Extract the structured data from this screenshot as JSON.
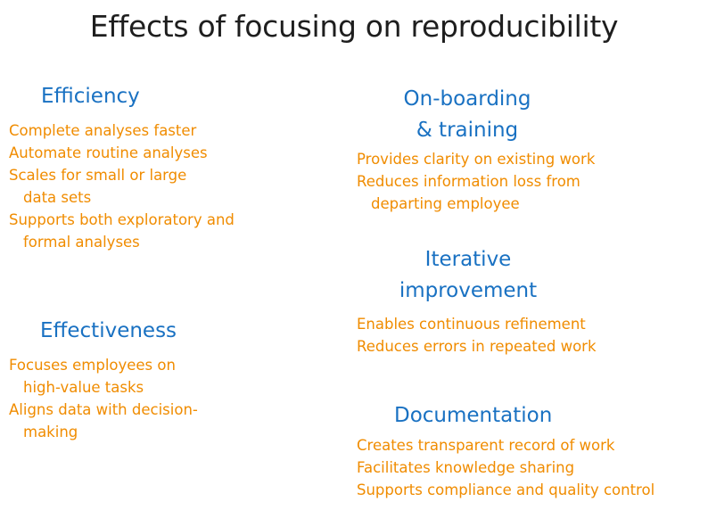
{
  "title": "Effects of focusing on reproducibility",
  "sections": {
    "efficiency": {
      "heading": "Efficiency",
      "items": [
        {
          "lines": [
            "Complete analyses faster"
          ]
        },
        {
          "lines": [
            "Automate routine analyses"
          ]
        },
        {
          "lines": [
            "Scales for small or large",
            "data sets"
          ]
        },
        {
          "lines": [
            "Supports both exploratory and",
            "formal analyses"
          ]
        }
      ]
    },
    "effectiveness": {
      "heading": "Effectiveness",
      "items": [
        {
          "lines": [
            "Focuses employees on",
            "high-value tasks"
          ]
        },
        {
          "lines": [
            "Aligns data with decision-",
            "making"
          ]
        }
      ]
    },
    "onboarding": {
      "heading_lines": [
        "On-boarding",
        "& training"
      ],
      "items": [
        {
          "lines": [
            "Provides clarity on existing work"
          ]
        },
        {
          "lines": [
            "Reduces information loss from",
            "departing employee"
          ]
        }
      ]
    },
    "iterative": {
      "heading_lines": [
        "Iterative",
        "improvement"
      ],
      "items": [
        {
          "lines": [
            "Enables continuous refinement"
          ]
        },
        {
          "lines": [
            "Reduces errors in repeated work"
          ]
        }
      ]
    },
    "documentation": {
      "heading": "Documentation",
      "items": [
        {
          "lines": [
            "Creates transparent record of work"
          ]
        },
        {
          "lines": [
            "Facilitates knowledge sharing"
          ]
        },
        {
          "lines": [
            "Supports compliance and quality control"
          ]
        }
      ]
    }
  },
  "colors": {
    "title": "#1e1e1e",
    "heading": "#1971c2",
    "item": "#f08c00"
  }
}
